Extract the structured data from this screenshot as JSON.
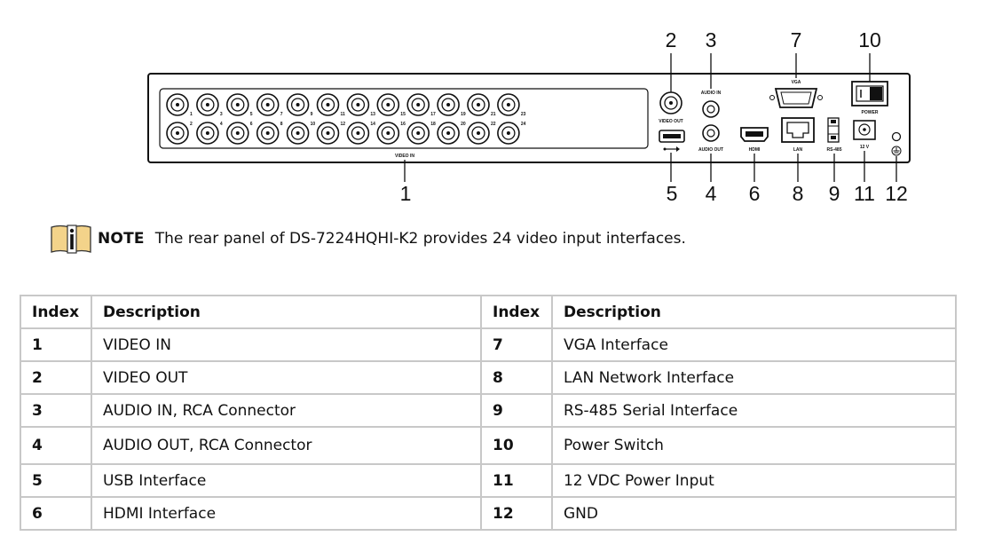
{
  "diagram": {
    "callouts": [
      "1",
      "2",
      "3",
      "4",
      "5",
      "6",
      "7",
      "8",
      "9",
      "10",
      "11",
      "12"
    ],
    "panel_labels": {
      "video_in": "VIDEO IN",
      "video_out": "VIDEO OUT",
      "audio_in": "AUDIO IN",
      "audio_out": "AUDIO OUT",
      "vga": "VGA",
      "lan": "LAN",
      "rs485": "RS-485",
      "power": "POWER",
      "dc": "12 V",
      "hdmi": "HDMI"
    },
    "input_numbers": [
      "1",
      "2",
      "3",
      "4",
      "5",
      "6",
      "7",
      "8",
      "9",
      "10",
      "11",
      "12",
      "13",
      "14",
      "15",
      "16",
      "17",
      "18",
      "19",
      "20",
      "21",
      "22",
      "23",
      "24"
    ]
  },
  "note": {
    "label": "NOTE",
    "text": "The rear panel of DS-7224HQHI-K2 provides 24 video input interfaces."
  },
  "table": {
    "headers": [
      "Index",
      "Description",
      "Index",
      "Description"
    ],
    "rows": [
      [
        "1",
        "VIDEO IN",
        "7",
        "VGA Interface"
      ],
      [
        "2",
        "VIDEO OUT",
        "8",
        "LAN Network Interface"
      ],
      [
        "3",
        "AUDIO IN, RCA Connector",
        "9",
        "RS-485 Serial Interface"
      ],
      [
        "4",
        "AUDIO OUT, RCA Connector",
        "10",
        "Power Switch"
      ],
      [
        "5",
        "USB Interface",
        "11",
        "12 VDC Power Input"
      ],
      [
        "6",
        "HDMI Interface",
        "12",
        "GND"
      ]
    ]
  }
}
